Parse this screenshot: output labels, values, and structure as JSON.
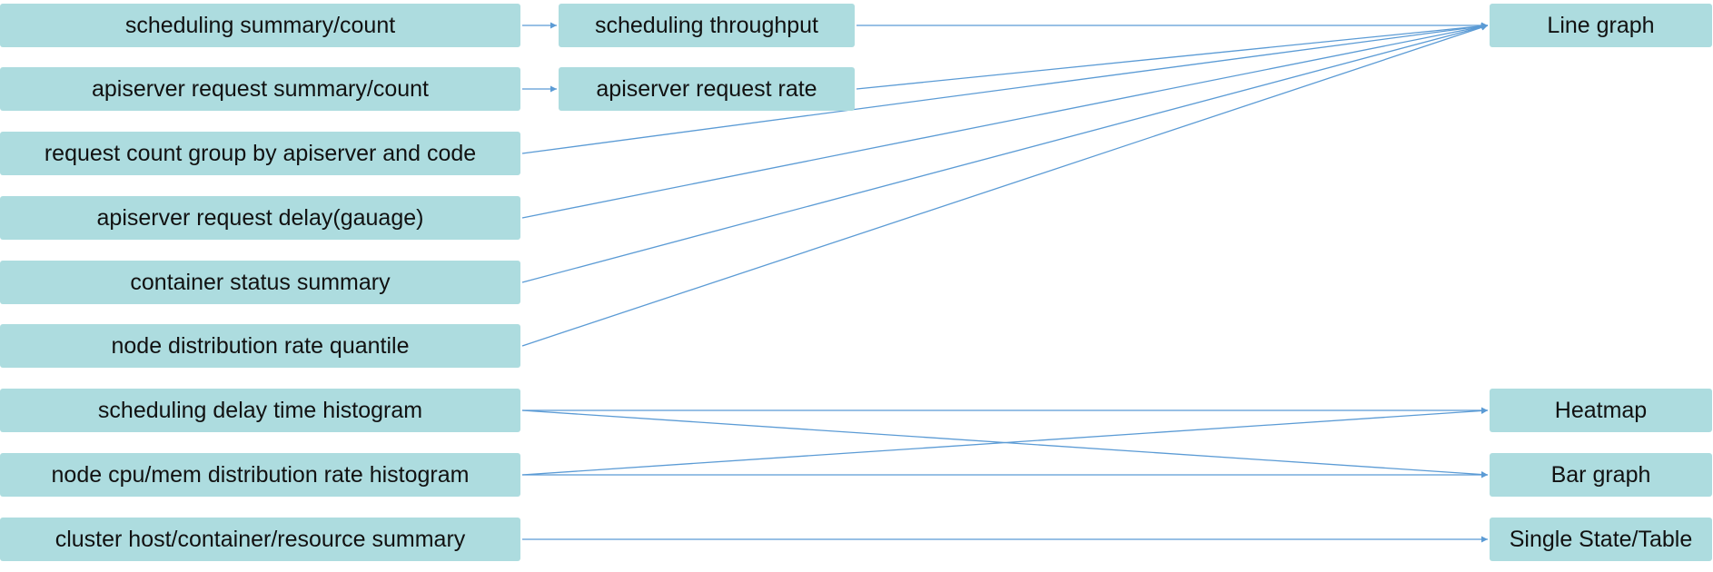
{
  "edge_color": "#5b9bd5",
  "node_color": "#addcdf",
  "sources": [
    {
      "id": "s1",
      "label": "scheduling summary/count"
    },
    {
      "id": "s2",
      "label": "apiserver request summary/count"
    },
    {
      "id": "s3",
      "label": "request count group by apiserver and code"
    },
    {
      "id": "s4",
      "label": "apiserver request delay(gauage)"
    },
    {
      "id": "s5",
      "label": "container status summary"
    },
    {
      "id": "s6",
      "label": "node distribution rate quantile"
    },
    {
      "id": "s7",
      "label": "scheduling delay time histogram"
    },
    {
      "id": "s8",
      "label": "node cpu/mem distribution rate histogram"
    },
    {
      "id": "s9",
      "label": "cluster host/container/resource summary"
    }
  ],
  "intermediates": [
    {
      "id": "m1",
      "label": "scheduling throughput"
    },
    {
      "id": "m2",
      "label": "apiserver request rate"
    }
  ],
  "outputs": [
    {
      "id": "o1",
      "label": "Line graph"
    },
    {
      "id": "o2",
      "label": "Heatmap"
    },
    {
      "id": "o3",
      "label": "Bar graph"
    },
    {
      "id": "o4",
      "label": "Single State/Table"
    }
  ],
  "edges": [
    {
      "from": "s1",
      "to": "m1"
    },
    {
      "from": "s2",
      "to": "m2"
    },
    {
      "from": "m1",
      "to": "o1"
    },
    {
      "from": "m2",
      "to": "o1"
    },
    {
      "from": "s3",
      "to": "o1"
    },
    {
      "from": "s4",
      "to": "o1"
    },
    {
      "from": "s5",
      "to": "o1"
    },
    {
      "from": "s6",
      "to": "o1"
    },
    {
      "from": "s7",
      "to": "o2"
    },
    {
      "from": "s7",
      "to": "o3"
    },
    {
      "from": "s8",
      "to": "o2"
    },
    {
      "from": "s8",
      "to": "o3"
    },
    {
      "from": "s9",
      "to": "o4"
    }
  ]
}
